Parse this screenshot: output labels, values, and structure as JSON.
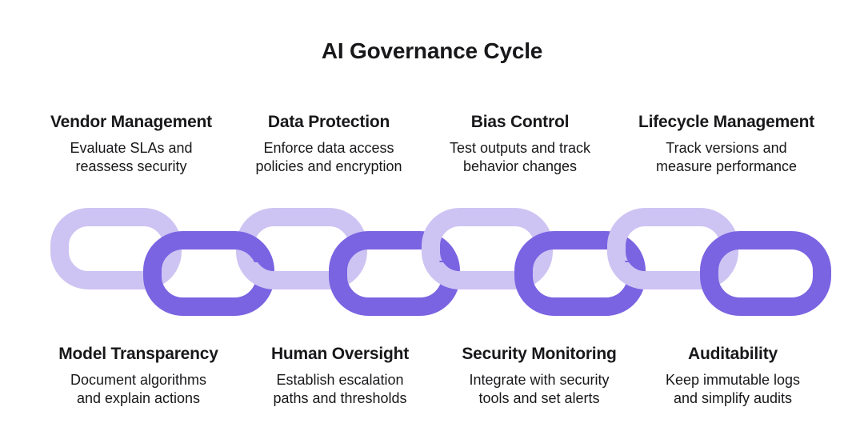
{
  "title": "AI Governance Cycle",
  "colors": {
    "background": "#ffffff",
    "light_link": "#cec4f3",
    "dark_link": "#7b64e2",
    "text": "#18181b"
  },
  "top_row": [
    {
      "heading": "Vendor Management",
      "description": "Evaluate SLAs and\nreassess security"
    },
    {
      "heading": "Data Protection",
      "description": "Enforce data access\npolicies and encryption"
    },
    {
      "heading": "Bias Control",
      "description": "Test outputs and track\nbehavior changes"
    },
    {
      "heading": "Lifecycle Management",
      "description": "Track versions and\nmeasure performance"
    }
  ],
  "bottom_row": [
    {
      "heading": "Model Transparency",
      "description": "Document algorithms\nand explain actions"
    },
    {
      "heading": "Human Oversight",
      "description": "Establish escalation\npaths and thresholds"
    },
    {
      "heading": "Security Monitoring",
      "description": "Integrate with security\ntools and set alerts"
    },
    {
      "heading": "Auditability",
      "description": "Keep immutable logs\nand simplify audits"
    }
  ],
  "chain": {
    "links": [
      "light",
      "dark",
      "light",
      "dark",
      "light",
      "dark",
      "light",
      "dark"
    ]
  }
}
